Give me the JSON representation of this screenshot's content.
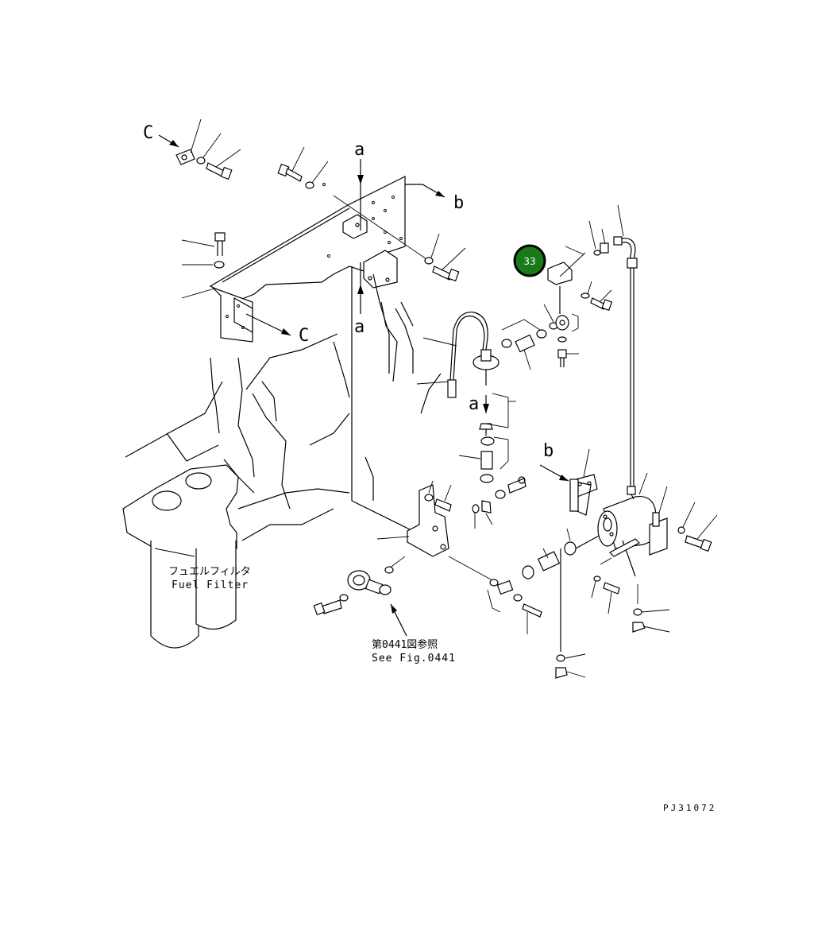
{
  "diagram": {
    "arrow_labels": {
      "a_top": "a",
      "a_mid": "a",
      "a_right": "a",
      "b_top": "b",
      "b_bottom": "b",
      "c_top": "C",
      "c_mid": "C"
    },
    "fuel_filter_jp": "フュエルフィルタ",
    "fuel_filter_en": "Fuel Filter",
    "see_fig_jp": "第0441図参照",
    "see_fig_en": "See Fig.0441",
    "drawing_code": "PJ31072",
    "marker": {
      "number": "33",
      "color": "#1a7a1a",
      "ring_color": "#000000"
    }
  }
}
